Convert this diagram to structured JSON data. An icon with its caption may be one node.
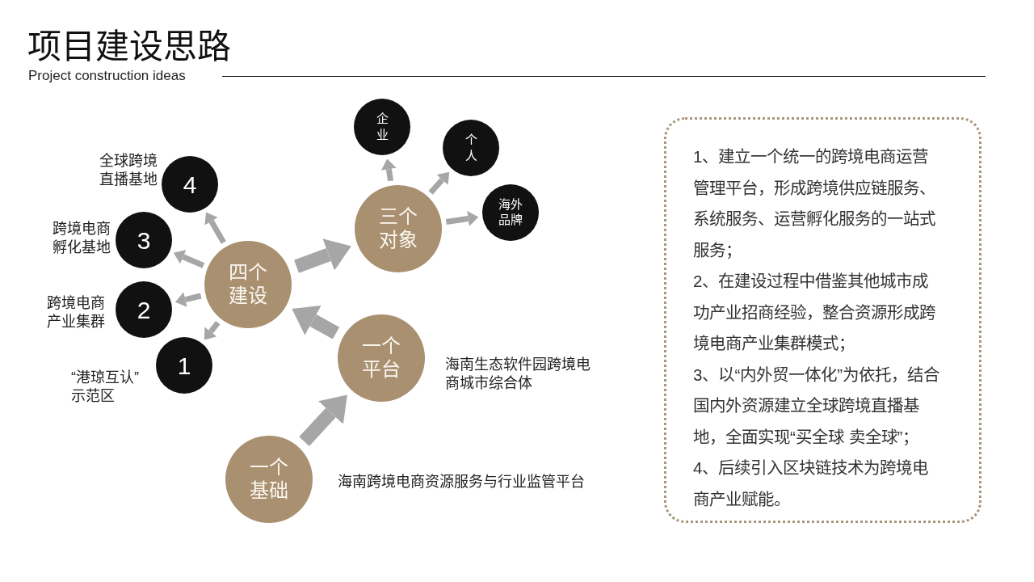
{
  "diagram": {
    "title": "项目建设思路",
    "nodes": [
      {
        "text": [
          "四个建设"
        ]
      },
      {
        "text": [
          "4"
        ],
        "beside": [
          "全球跨境直播基地"
        ]
      },
      {
        "text": [
          "3"
        ],
        "beside": [
          "跨境电商孵化基地"
        ]
      },
      {
        "text": [
          "2"
        ],
        "beside": [
          "跨境电商产业集群"
        ]
      },
      {
        "text": [
          "1"
        ],
        "beside": [
          "“港琼互认”示范区"
        ]
      },
      {
        "text": [
          "三个对象"
        ]
      },
      {
        "text": [
          "企业"
        ]
      },
      {
        "text": [
          "个人"
        ]
      },
      {
        "text": [
          "海外品牌"
        ]
      },
      {
        "text": [
          "一个平台"
        ],
        "beside": [
          "海南生态软件园跨境电商城市综合体"
        ]
      },
      {
        "text": [
          "一个基础"
        ],
        "beside": [
          "海南跨境电商资源服务与行业监管平台"
        ]
      },
      {
        "text": [
          "1、建立一个统一的跨境电商运营管理平台，形成跨境供应链服务、系统服务、运营孵化服务的一站式服务；",
          "2、在建设过程中借鉴其他城市成功产业招商经验，整合资源形成跨境电商产业集群模式；",
          "3、以“内外贸一体化”为依托，结合国内外资源建立全球跨境直播基地，全面实现“买全球 卖全球”；",
          "4、后续引入区块链技术为跨境电商产业赋能。"
        ]
      }
    ],
    "edges": [
      {
        "from": 0,
        "to": 1,
        "arrow": "to"
      },
      {
        "from": 0,
        "to": 2,
        "arrow": "to"
      },
      {
        "from": 0,
        "to": 3,
        "arrow": "to"
      },
      {
        "from": 0,
        "to": 4,
        "arrow": "to"
      },
      {
        "from": 0,
        "to": 5,
        "arrow": "to",
        "style": "thick"
      },
      {
        "from": 5,
        "to": 6,
        "arrow": "to"
      },
      {
        "from": 5,
        "to": 7,
        "arrow": "to"
      },
      {
        "from": 5,
        "to": 8,
        "arrow": "to"
      },
      {
        "from": 9,
        "to": 0,
        "arrow": "to",
        "style": "thick"
      },
      {
        "from": 10,
        "to": 9,
        "arrow": "to",
        "style": "thick"
      }
    ],
    "labels": [
      "Project construction ideas"
    ]
  }
}
